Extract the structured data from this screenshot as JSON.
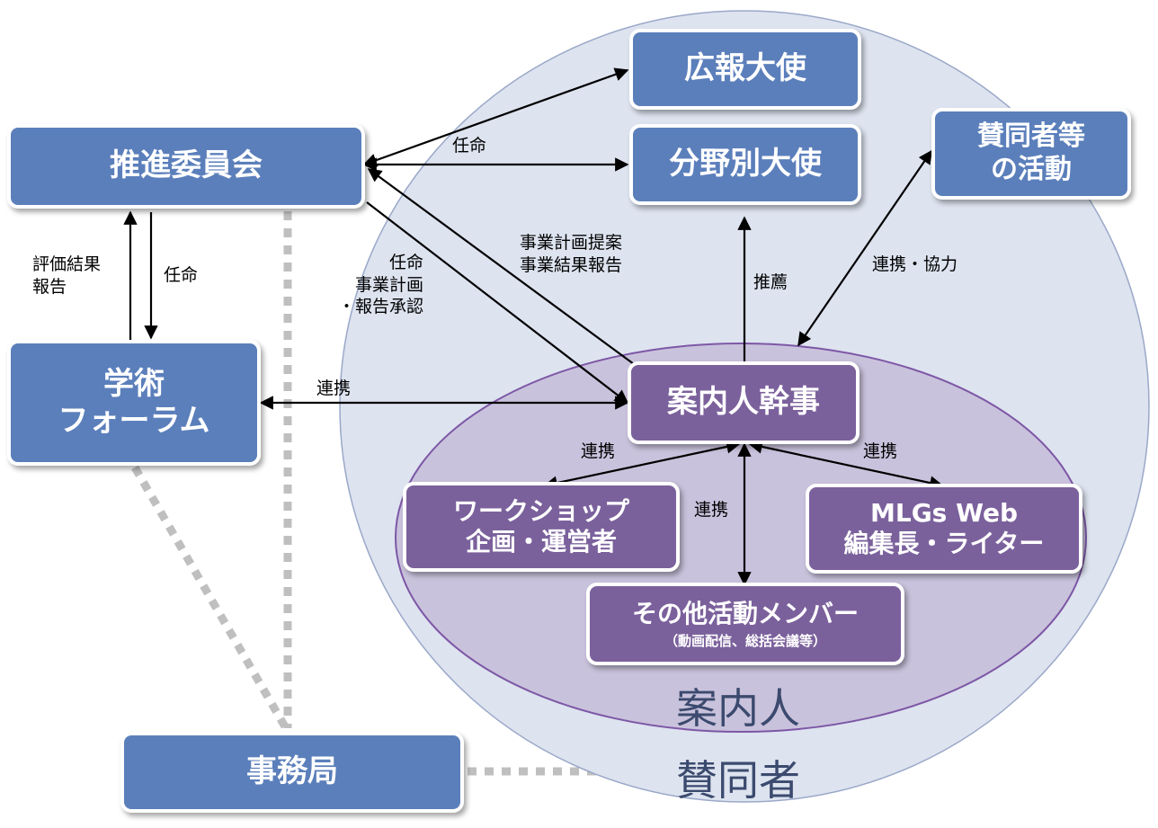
{
  "nodes": {
    "koho": "広報大使",
    "bunya": "分野別大使",
    "sando_katsudo": [
      "賛同者等",
      "の活動"
    ],
    "suishin": "推進委員会",
    "gakujutsu": [
      "学術",
      "フォーラム"
    ],
    "kanji": "案内人幹事",
    "workshop": [
      "ワークショップ",
      "企画・運営者"
    ],
    "mlgs": [
      "MLGs Web",
      "編集長・ライター"
    ],
    "sonota": "その他活動メンバー",
    "sonota_sub": "（動画配信、総括会議等）",
    "jimukyoku": "事務局"
  },
  "groups": {
    "annainin": "案内人",
    "sandosha": "賛同者"
  },
  "edge_labels": {
    "ninmei_top": "任命",
    "teian": [
      "事業計画提案",
      "事業結果報告"
    ],
    "ninmei_approve": [
      "任命",
      "事業計画",
      "・報告承認"
    ],
    "hyoka": [
      "評価結果",
      "報告"
    ],
    "ninmei_left": "任命",
    "renkei_forum": "連携",
    "suisen": "推薦",
    "renkei_kyoryoku": "連携・協力",
    "renkei_ws": "連携",
    "renkei_sonota": "連携",
    "renkei_mlgs": "連携"
  },
  "colors": {
    "blue_box": "#5b7fbb",
    "purple_box": "#7b619c",
    "outer_circle": "#dde3ef",
    "inner_ellipse": "#c9c2dc",
    "dotted_line": "#bfbfbf"
  }
}
